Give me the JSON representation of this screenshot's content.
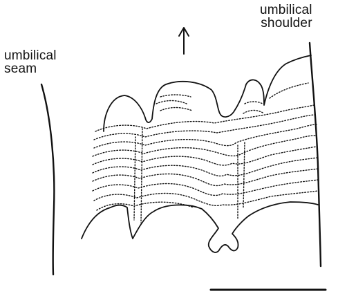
{
  "labels": {
    "seam": [
      "umbilical",
      "seam"
    ],
    "shoulder": [
      "umbilical",
      "shoulder"
    ]
  },
  "colors": {
    "ink": "#111111",
    "background": "#ffffff"
  },
  "icons": {
    "arrow": "up-arrow-icon",
    "scale_bar": "scale-bar"
  }
}
